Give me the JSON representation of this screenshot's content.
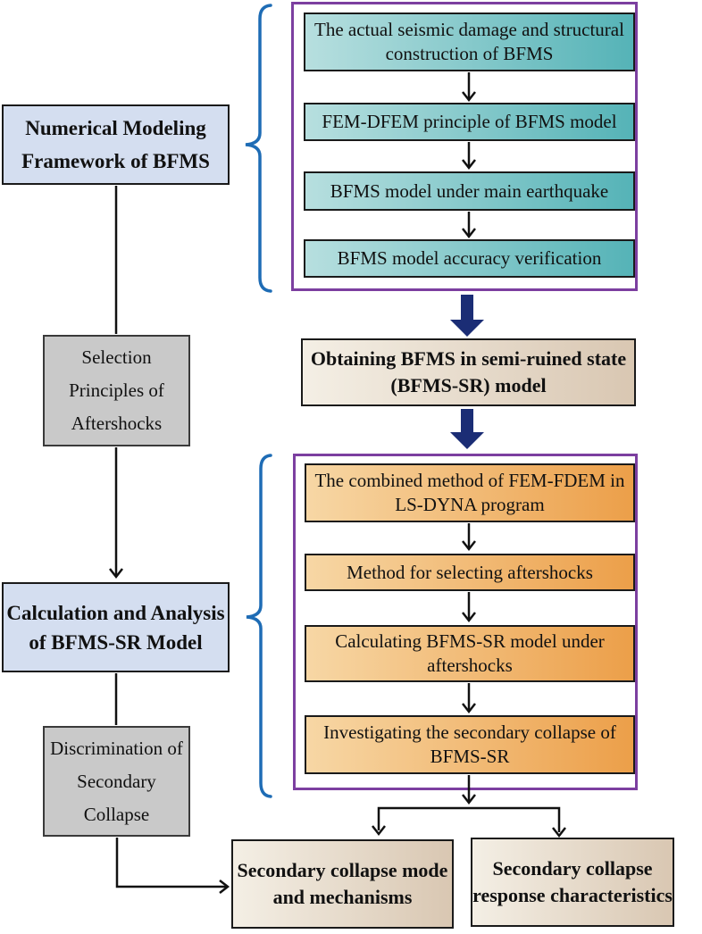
{
  "diagram": {
    "left_column": {
      "framework": "Numerical Modeling Framework of BFMS",
      "selection": "Selection Principles of Aftershocks",
      "calculation": "Calculation and Analysis of BFMS-SR Model",
      "discrimination": "Discrimination of Secondary Collapse"
    },
    "modeling_steps": [
      "The actual seismic damage and structural construction of BFMS",
      "FEM-DFEM principle of BFMS model",
      "BFMS model under main earthquake",
      "BFMS model accuracy verification"
    ],
    "transition": "Obtaining BFMS in semi-ruined state (BFMS-SR) model",
    "analysis_steps": [
      "The combined method of FEM-FDEM in LS-DYNA program",
      "Method for selecting aftershocks",
      "Calculating BFMS-SR model under aftershocks",
      "Investigating the secondary collapse of BFMS-SR"
    ],
    "outcomes": {
      "mode": "Secondary collapse mode and mechanisms",
      "response": "Secondary collapse response characteristics"
    },
    "colors": {
      "stage_box_fill": "#d4def0",
      "side_box_fill": "#c9c9c9",
      "modeling_step_gradient_start": "#b7dfdf",
      "modeling_step_gradient_end": "#55b3b7",
      "analysis_step_gradient_start": "#f7d7a5",
      "analysis_step_gradient_end": "#ec9f49",
      "transition_gradient_start": "#f4efe5",
      "transition_gradient_end": "#d9c7b2",
      "group_border": "#7c3fa0",
      "brace": "#1e6cb5",
      "bold_arrow": "#1b2d75",
      "connector_line": "#111111"
    }
  }
}
